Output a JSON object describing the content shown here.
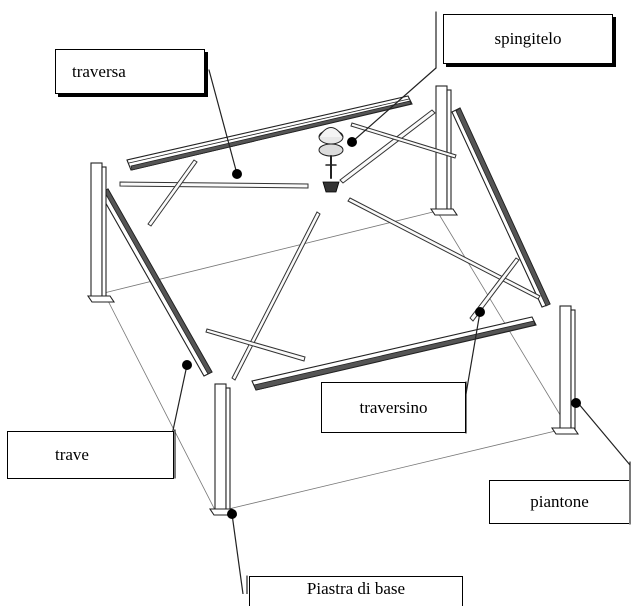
{
  "labels": {
    "spingitelo": "spingitelo",
    "traversa": "traversa",
    "traversino": "traversino",
    "trave": "trave",
    "piantone": "piantone",
    "piastra_di_base": "Piastra di base"
  },
  "colors": {
    "line": "#222222",
    "background": "#ffffff",
    "dot": "#000000"
  }
}
